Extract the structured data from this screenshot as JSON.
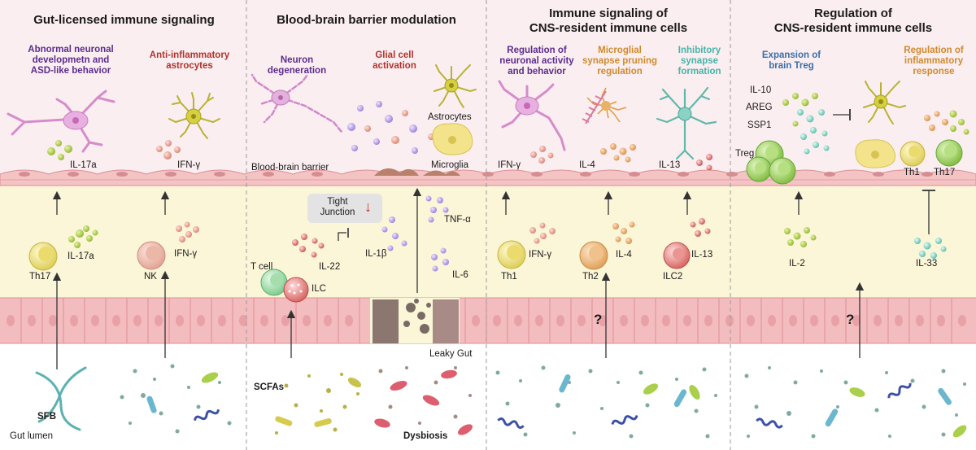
{
  "panels": {
    "gut": {
      "title": "Gut-licensed immune signaling",
      "sub_left": [
        "Abnormal neuronal",
        "developmetn and",
        "ASD-like behavior"
      ],
      "sub_right": [
        "Anti-inflammatory",
        "astrocytes"
      ],
      "il17a_top": "IL-17a",
      "ifng_top": "IFN-γ",
      "th17": "Th17",
      "il17a_mid": "IL-17a",
      "nk": "NK",
      "ifng_mid": "IFN-γ",
      "sfb": "SFB",
      "lumen": "Gut lumen"
    },
    "bbb": {
      "title": "Blood-brain barrier modulation",
      "neuron_deg": [
        "Neuron",
        "degeneration"
      ],
      "glial": [
        "Glial cell",
        "activation"
      ],
      "astrocytes": "Astrocytes",
      "microglia": "Microglia",
      "barrier": "Blood-brain barrier",
      "tight_junction": [
        "Tight",
        "Junction"
      ],
      "down_arrow": "↓",
      "tcell": "T cell",
      "il22": "IL-22",
      "ilc": "ILC",
      "il1b": "IL-1β",
      "tnfa": "TNF-α",
      "il6": "IL-6",
      "leaky": "Leaky Gut",
      "scfas": "SCFAs",
      "dysbiosis": "Dysbiosis"
    },
    "immune": {
      "title": [
        "Immune signaling of",
        "CNS-resident immune cells"
      ],
      "reg_neuronal": [
        "Regulation of",
        "neuronal activity",
        "and behavior"
      ],
      "microglial": [
        "Microglial",
        "synapse pruning",
        "regulation"
      ],
      "inhibitory": [
        "Inhibitory",
        "synapse",
        "formation"
      ],
      "ifng_top": "IFN-γ",
      "il4_top": "IL-4",
      "il13_top": "IL-13",
      "th1": "Th1",
      "ifng_mid": "IFN-γ",
      "th2": "Th2",
      "il4_mid": "IL-4",
      "ilc2": "ILC2",
      "il13_mid": "IL-13",
      "question": "?"
    },
    "reg": {
      "title": [
        "Regulation of",
        "CNS-resident immune cells"
      ],
      "expansion": [
        "Expansion of",
        "brain Treg"
      ],
      "inflammatory": [
        "Regulation of",
        "inflammatory",
        "response"
      ],
      "il10": "IL-10",
      "areg": "AREG",
      "ssp1": "SSP1",
      "treg": "Treg",
      "th1": "Th1",
      "th17": "Th17",
      "il2": "IL-2",
      "il33": "IL-33",
      "question": "?"
    }
  },
  "colors": {
    "brain_bg": "#fbeef0",
    "blood_bg": "#fbf6d8",
    "epithelium": "#f2b9bb",
    "neuron": "#e3a6d8",
    "astrocyte": "#c9c43a",
    "inhibitory_neuron": "#5fb9a9",
    "cytokine_green": "#a6c83e",
    "cytokine_pink": "#e69789",
    "cytokine_purple": "#b79ce6",
    "cytokine_orange": "#e7a66a",
    "cytokine_teal": "#78d3c4"
  }
}
